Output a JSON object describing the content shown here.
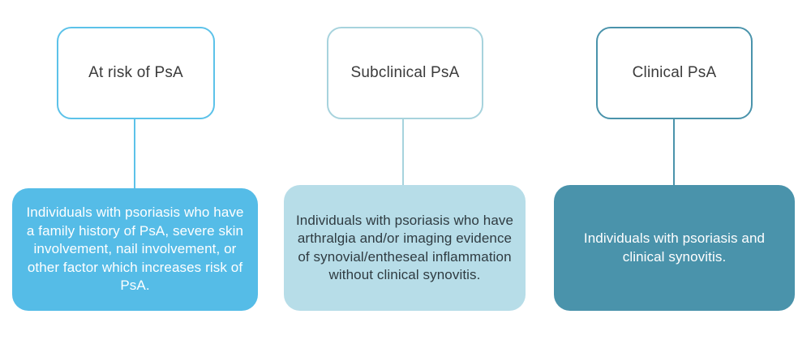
{
  "diagram": {
    "type": "flow-stages",
    "background_color": "#ffffff",
    "stages": [
      {
        "id": "at-risk",
        "header_label": "At risk of PsA",
        "body_text": "Individuals with psoriasis who have a family history of PsA, severe skin involvement, nail involvement, or other factor which increases risk of PsA.",
        "header_border_color": "#5CC2E9",
        "header_fill_color": "#ffffff",
        "header_text_color": "#3b3b3b",
        "connector_color": "#5CC2E9",
        "body_fill_color": "#55BCE7",
        "body_text_color": "#ffffff"
      },
      {
        "id": "subclinical",
        "header_label": "Subclinical PsA",
        "body_text": "Individuals with psoriasis who have arthralgia and/or imaging evidence of synovial/entheseal inflammation without clinical synovitis.",
        "header_border_color": "#A7D3DD",
        "header_fill_color": "#ffffff",
        "header_text_color": "#3b3b3b",
        "connector_color": "#A7D3DD",
        "body_fill_color": "#B7DDE8",
        "body_text_color": "#2f3b41"
      },
      {
        "id": "clinical",
        "header_label": "Clinical PsA",
        "body_text": "Individuals with psoriasis and clinical synovitis.",
        "header_border_color": "#4A93AB",
        "header_fill_color": "#ffffff",
        "header_text_color": "#3b3b3b",
        "connector_color": "#4A93AB",
        "body_fill_color": "#4A93AB",
        "body_text_color": "#ffffff"
      }
    ]
  }
}
